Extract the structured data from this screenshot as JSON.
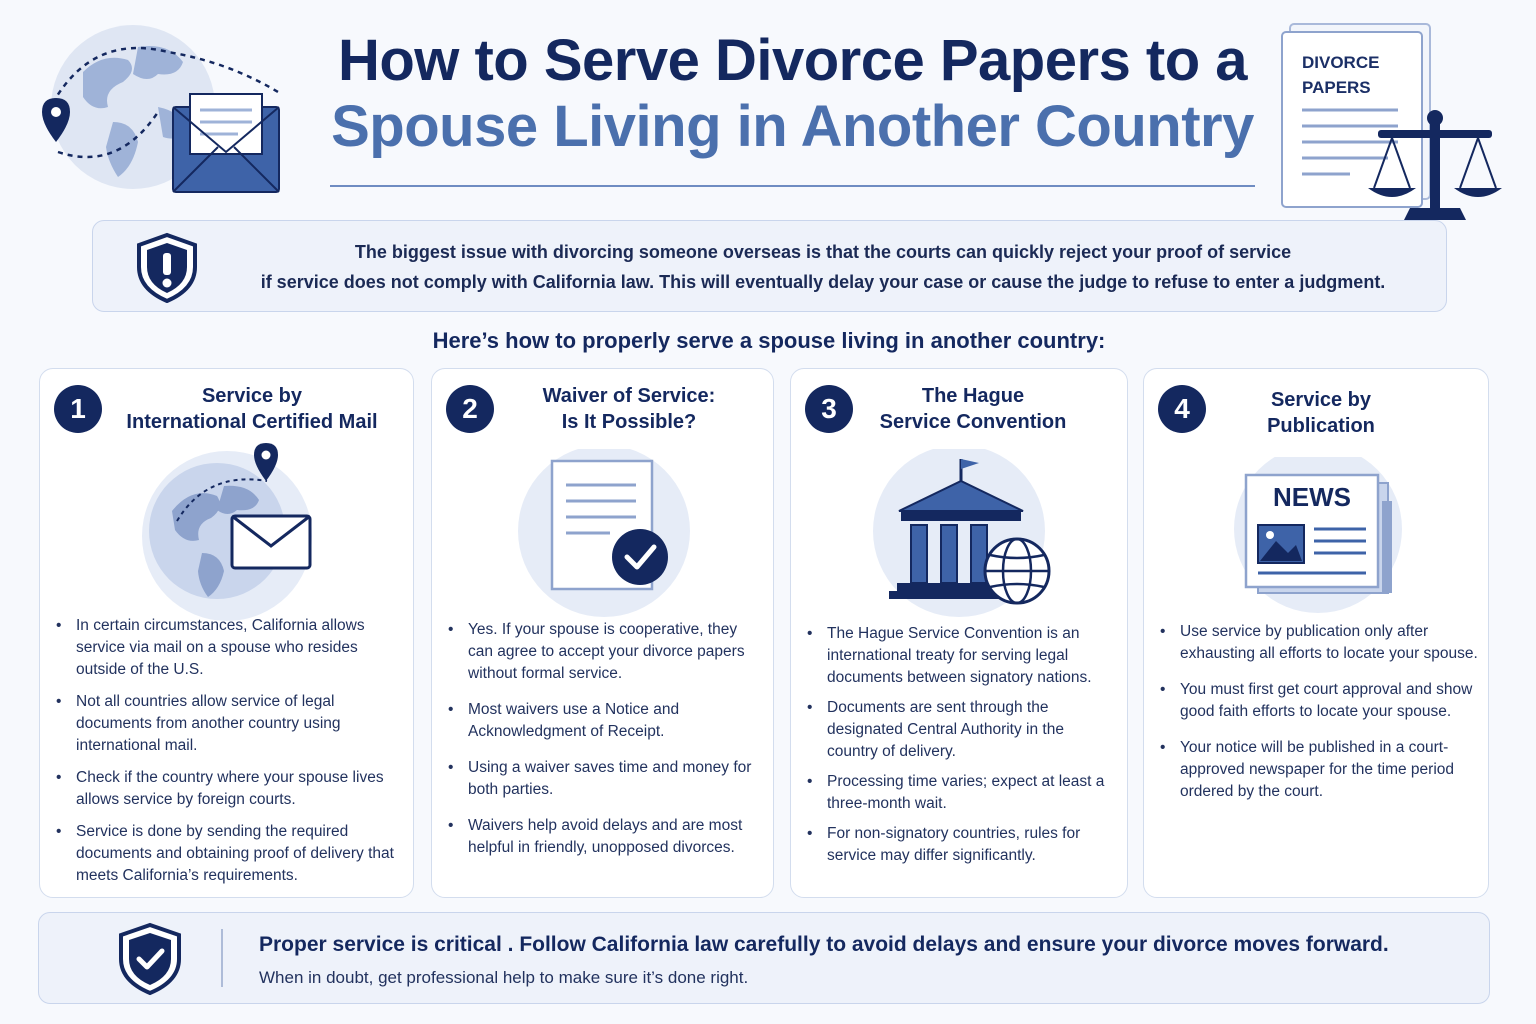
{
  "header": {
    "title_line1": "How to Serve Divorce Papers to a",
    "title_line2": "Spouse Living in Another Country",
    "papers_label": "DIVORCE PAPERS"
  },
  "alert": {
    "line1": "The biggest issue with divorcing someone overseas is that the courts can quickly reject your proof of service",
    "line2": "if service does not comply with California law. This will eventually delay your case or cause the judge to refuse to enter a judgment."
  },
  "intro": "Here’s how to properly serve a spouse living in another country:",
  "cards": [
    {
      "number": "1",
      "title_line1": "Service by",
      "title_line2": "International Certified Mail",
      "icon": "globe-mail-icon",
      "bullets": [
        "In certain circumstances, California allows service via mail on a spouse who resides outside of the U.S.",
        "Not all countries allow service of legal documents from another country using international mail.",
        "Check if the country where your spouse lives allows service by foreign courts.",
        "Service is done by sending the required documents and obtaining proof of delivery that meets California’s requirements."
      ]
    },
    {
      "number": "2",
      "title_line1": "Waiver of Service:",
      "title_line2": "Is It Possible?",
      "icon": "document-check-icon",
      "bullets": [
        "Yes. If your spouse is cooperative, they can agree to accept your divorce papers without formal service.",
        "Most waivers use a Notice and Acknowledgment of Receipt.",
        "Using a waiver saves time and money for both parties.",
        "Waivers help avoid delays and are most helpful in friendly, unopposed divorces."
      ]
    },
    {
      "number": "3",
      "title_line1": "The Hague",
      "title_line2": "Service Convention",
      "icon": "courthouse-globe-icon",
      "bullets": [
        "The Hague Service Convention is an international treaty for serving legal documents between signatory nations.",
        "Documents are sent through the designated Central Authority in the country of delivery.",
        "Processing time varies; expect at least a three-month wait.",
        "For non-signatory countries, rules for service may differ significantly."
      ]
    },
    {
      "number": "4",
      "title_line1": "Service by",
      "title_line2": "Publication",
      "icon": "newspaper-icon",
      "news_label": "NEWS",
      "bullets": [
        "Use service by publication only after exhausting all efforts to locate your spouse.",
        "You must first get court approval and show good faith efforts to locate your spouse.",
        "Your notice will be published in a court-approved newspaper for the time period ordered by the court."
      ]
    }
  ],
  "footer": {
    "main": "Proper service is critical . Follow California law carefully to avoid delays and ensure your divorce moves forward.",
    "sub": "When in doubt, get professional help to make sure it’s done right."
  },
  "colors": {
    "navy": "#14285f",
    "accent_blue": "#4b70ad",
    "light_panel": "#eef2fa",
    "icon_circle": "#e6ecf7"
  }
}
